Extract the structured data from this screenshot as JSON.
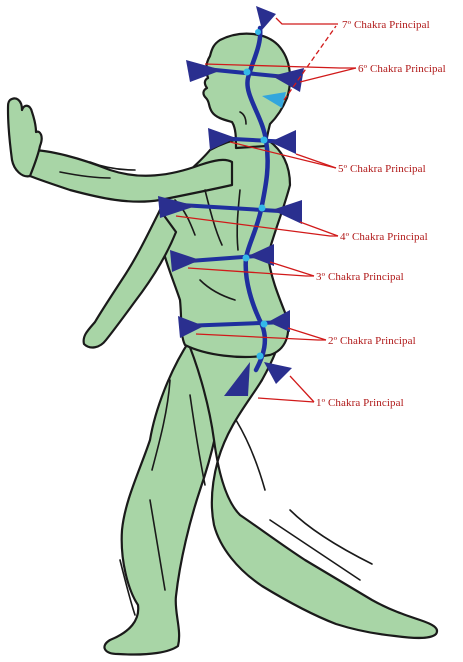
{
  "colors": {
    "skin": "#a8d5a6",
    "outline": "#1a1a1a",
    "channel": "#1f2f9e",
    "cone": "#2a2f8f",
    "node": "#33b8e8",
    "leader": "#d11a1a",
    "label": "#b01818"
  },
  "chakras": [
    {
      "id": 7,
      "label": "7º Chakra Principal"
    },
    {
      "id": 6,
      "label": "6º Chakra Principal"
    },
    {
      "id": 5,
      "label": "5º Chakra Principal"
    },
    {
      "id": 4,
      "label": "4º Chakra Principal"
    },
    {
      "id": 3,
      "label": "3º Chakra Principal"
    },
    {
      "id": 2,
      "label": "2º Chakra Principal"
    },
    {
      "id": 1,
      "label": "1º Chakra Principal"
    }
  ]
}
